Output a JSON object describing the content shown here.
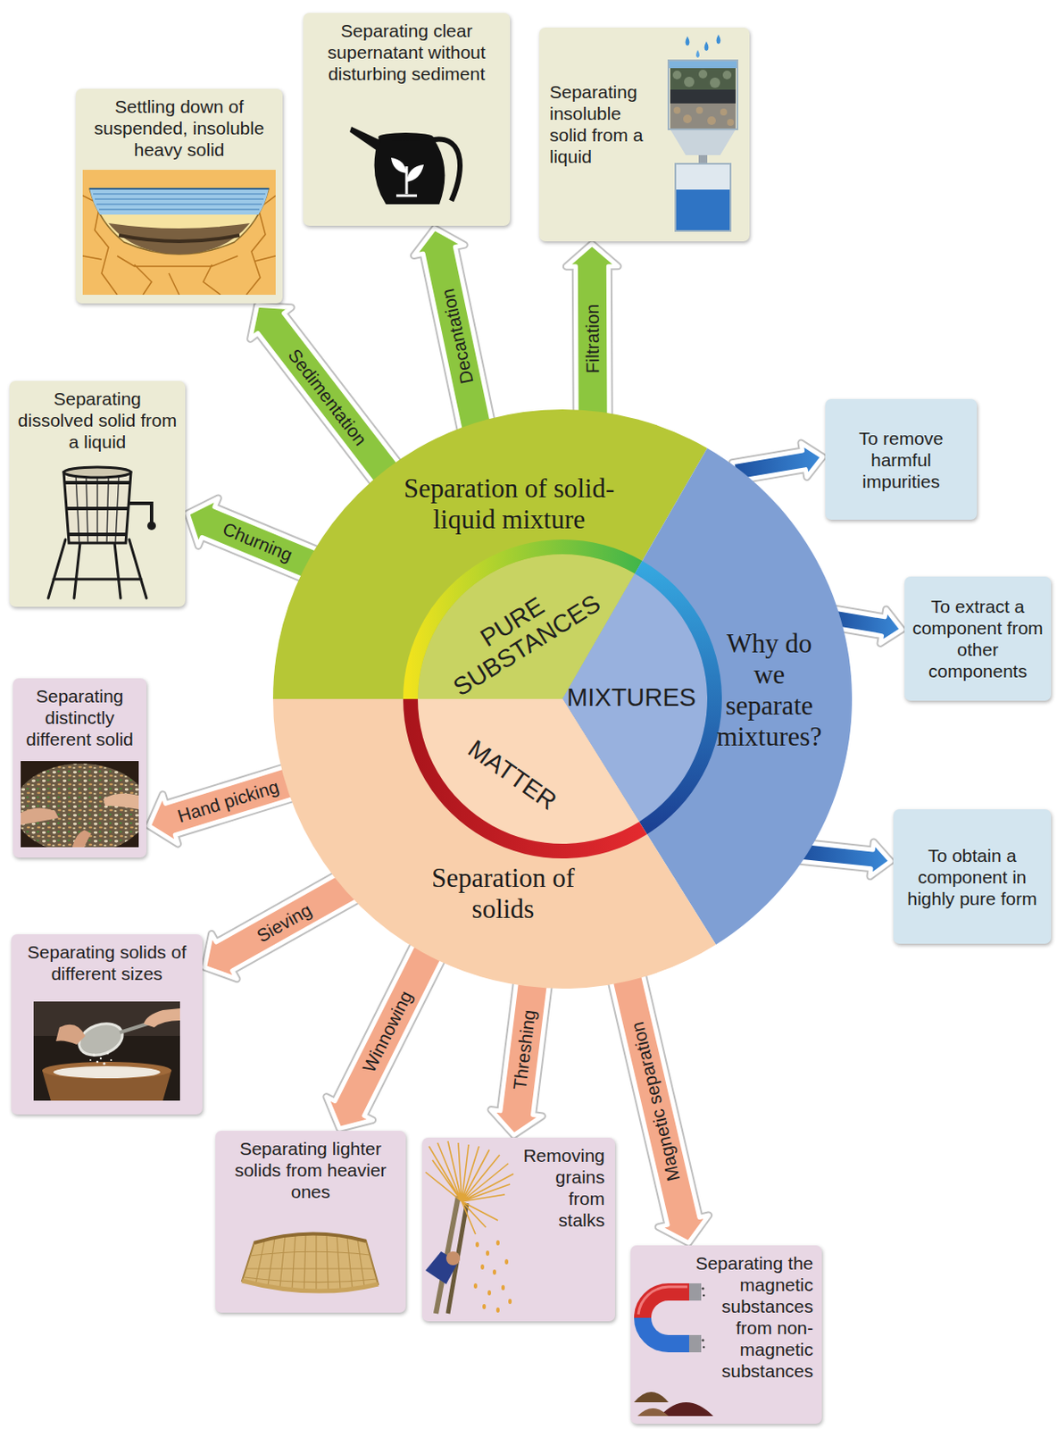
{
  "diagram": {
    "nodes": [
      {
        "text": [
          "Separation of solid-liquid mixture"
        ]
      },
      {
        "text": [
          "PURE SUBSTANCES"
        ],
        "in": 0
      },
      {
        "text": [
          "Why do we separate mixtures?"
        ]
      },
      {
        "text": [
          "MIXTURES"
        ],
        "in": 2
      },
      {
        "text": [
          "Separation of solids"
        ]
      },
      {
        "text": [
          "MATTER"
        ],
        "in": 4
      },
      {
        "text": [
          "Separating dissolved solid from a liquid"
        ]
      },
      {
        "text": [
          "Settling down of suspended, insoluble heavy solid"
        ]
      },
      {
        "text": [
          "Separating clear supernatant without disturbing sediment"
        ]
      },
      {
        "text": [
          "Separating insoluble solid from a liquid"
        ]
      },
      {
        "text": [
          "To remove harmful impurities"
        ]
      },
      {
        "text": [
          "To extract a component from other components"
        ]
      },
      {
        "text": [
          "To obtain a component in highly pure form"
        ]
      },
      {
        "text": [
          "Separating distinctly different solid"
        ]
      },
      {
        "text": [
          "Separating solids of different sizes"
        ]
      },
      {
        "text": [
          "Separating lighter solids from heavier ones"
        ]
      },
      {
        "text": [
          "Removing grains from stalks"
        ]
      },
      {
        "text": [
          "Separating the magnetic substances from non-magnetic substances"
        ]
      }
    ],
    "edges": [
      {
        "from": 0,
        "to": 6,
        "label": "Churning",
        "arrow": "to"
      },
      {
        "from": 0,
        "to": 7,
        "label": "Sedimentation",
        "arrow": "to"
      },
      {
        "from": 0,
        "to": 8,
        "label": "Decantation",
        "arrow": "to"
      },
      {
        "from": 0,
        "to": 9,
        "label": "Filtration",
        "arrow": "to"
      },
      {
        "from": 2,
        "to": 10,
        "arrow": "to"
      },
      {
        "from": 2,
        "to": 11,
        "arrow": "to"
      },
      {
        "from": 2,
        "to": 12,
        "arrow": "to"
      },
      {
        "from": 4,
        "to": 13,
        "label": "Hand picking",
        "arrow": "to"
      },
      {
        "from": 4,
        "to": 14,
        "label": "Sieving",
        "arrow": "to"
      },
      {
        "from": 4,
        "to": 15,
        "label": "Winnowing",
        "arrow": "to"
      },
      {
        "from": 4,
        "to": 16,
        "label": "Threshing",
        "arrow": "to"
      },
      {
        "from": 4,
        "to": 17,
        "label": "Magnetic separation",
        "arrow": "to"
      }
    ]
  }
}
